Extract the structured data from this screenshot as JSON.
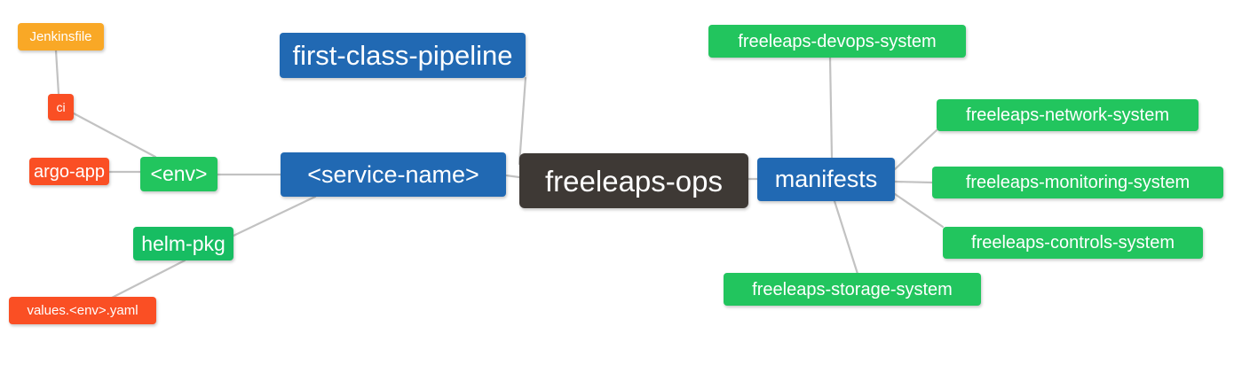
{
  "diagram": {
    "type": "mind-map",
    "title": "freeleaps-ops",
    "background_color": "#ffffff",
    "edge_color": "#bfbfbf",
    "palette": {
      "root": "#3e3935",
      "blue": "#2169b3",
      "green": "#22c55e",
      "green_dark": "#17bd62",
      "orange": "#f9a826",
      "red": "#fa4f24"
    }
  },
  "nodes": {
    "root": {
      "label": "freeleaps-ops",
      "color": "#3e3935"
    },
    "first_class_pipeline": {
      "label": "first-class-pipeline",
      "color": "#2169b3"
    },
    "service_name": {
      "label": "<service-name>",
      "color": "#2169b3"
    },
    "manifests": {
      "label": "manifests",
      "color": "#2169b3"
    },
    "env": {
      "label": "<env>",
      "color": "#22c55e"
    },
    "helm_pkg": {
      "label": "helm-pkg",
      "color": "#17bd62"
    },
    "jenkinsfile": {
      "label": "Jenkinsfile",
      "color": "#f9a826"
    },
    "ci": {
      "label": "ci",
      "color": "#fa4f24"
    },
    "argo_app": {
      "label": "argo-app",
      "color": "#fa4f24"
    },
    "values_yaml": {
      "label": "values.<env>.yaml",
      "color": "#fa4f24"
    },
    "devops_system": {
      "label": "freeleaps-devops-system",
      "color": "#22c55e"
    },
    "network_system": {
      "label": "freeleaps-network-system",
      "color": "#22c55e"
    },
    "monitoring_system": {
      "label": "freeleaps-monitoring-system",
      "color": "#22c55e"
    },
    "controls_system": {
      "label": "freeleaps-controls-system",
      "color": "#22c55e"
    },
    "storage_system": {
      "label": "freeleaps-storage-system",
      "color": "#22c55e"
    }
  },
  "edges": [
    {
      "from": "root",
      "to": "first_class_pipeline"
    },
    {
      "from": "root",
      "to": "service_name"
    },
    {
      "from": "root",
      "to": "manifests"
    },
    {
      "from": "service_name",
      "to": "env"
    },
    {
      "from": "service_name",
      "to": "helm_pkg"
    },
    {
      "from": "env",
      "to": "ci"
    },
    {
      "from": "env",
      "to": "argo_app"
    },
    {
      "from": "ci",
      "to": "jenkinsfile"
    },
    {
      "from": "helm_pkg",
      "to": "values_yaml"
    },
    {
      "from": "manifests",
      "to": "devops_system"
    },
    {
      "from": "manifests",
      "to": "network_system"
    },
    {
      "from": "manifests",
      "to": "monitoring_system"
    },
    {
      "from": "manifests",
      "to": "controls_system"
    },
    {
      "from": "manifests",
      "to": "storage_system"
    }
  ]
}
